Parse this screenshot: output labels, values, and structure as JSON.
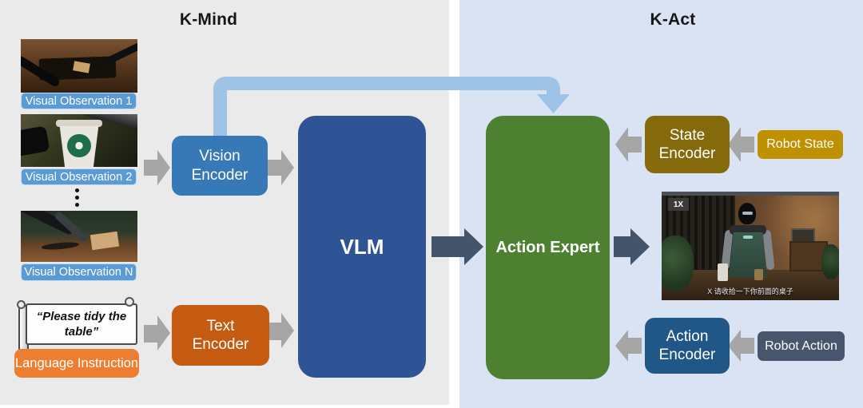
{
  "titles": {
    "kmind": "K-Mind",
    "kact": "K-Act"
  },
  "kmind": {
    "observations": [
      {
        "label": "Visual Observation 1"
      },
      {
        "label": "Visual Observation 2"
      },
      {
        "label": "Visual Observation N"
      }
    ],
    "instruction": {
      "text": "“Please tidy the table”",
      "label": "Language Instruction"
    },
    "vision_encoder_label": "Vision Encoder",
    "text_encoder_label": "Text Encoder",
    "vlm_label": "VLM"
  },
  "kact": {
    "action_expert_label": "Action Expert",
    "state_encoder_label": "State Encoder",
    "robot_state_label": "Robot State",
    "action_encoder_label": "Action Encoder",
    "robot_action_label": "Robot Action",
    "video": {
      "badge": "1X",
      "subtitle": "X 请收拾一下你前面的桌子"
    }
  },
  "colors": {
    "left_panel": "#EAEAEA",
    "right_panel": "#DAE3F3",
    "observation_label": "#5B9BD5",
    "vision_encoder": "#3778B6",
    "text_encoder": "#C55A11",
    "language_instruction": "#ED7D31",
    "vlm": "#2F5496",
    "action_expert": "#4E8032",
    "state_encoder": "#846A0B",
    "robot_state": "#BF9000",
    "action_encoder": "#215787",
    "robot_action": "#47566C",
    "flow_arrow_gray": "#A6A6A6",
    "flow_arrow_dark": "#44546A",
    "flow_arrow_blue": "#9DC3E6"
  }
}
